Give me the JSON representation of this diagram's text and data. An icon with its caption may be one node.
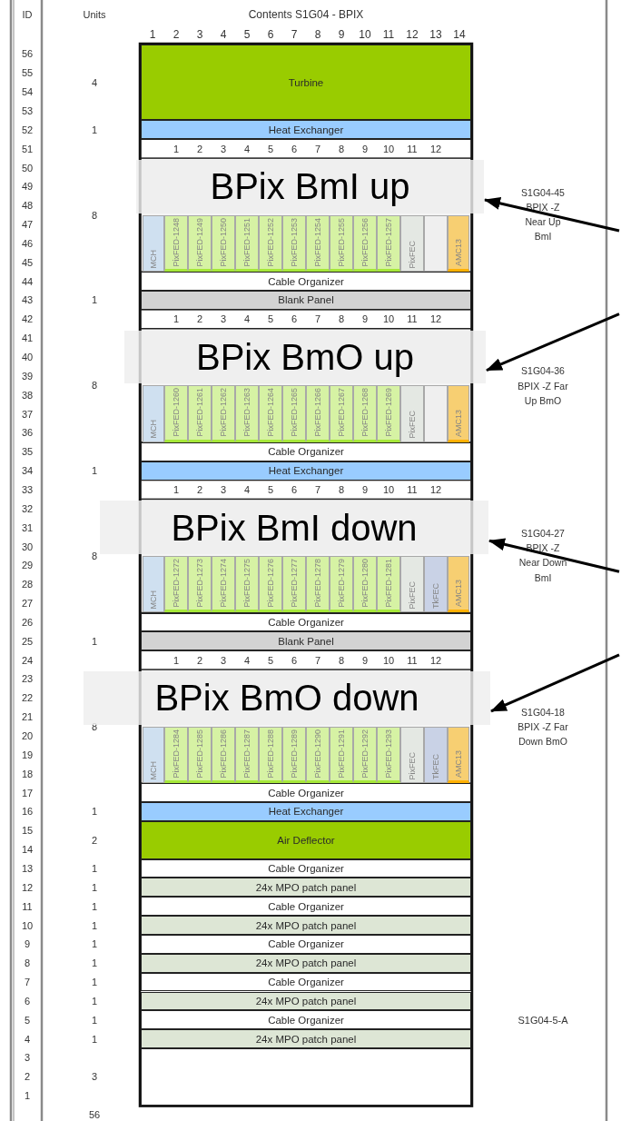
{
  "diagram": {
    "title": "Contents S1G04 - BPIX",
    "nodes": [
      {
        "text": [
          "Turbine"
        ]
      },
      {
        "text": [
          "Heat Exchanger"
        ]
      },
      {
        "text": [
          "MCH"
        ]
      },
      {
        "text": [
          "PixFED-1248"
        ]
      },
      {
        "text": [
          "PixFED-1249"
        ]
      },
      {
        "text": [
          "PixFED-1250"
        ]
      },
      {
        "text": [
          "PixFED-1251"
        ]
      },
      {
        "text": [
          "PixFED-1252"
        ]
      },
      {
        "text": [
          "PixFED-1253"
        ]
      },
      {
        "text": [
          "PixFED-1254"
        ]
      },
      {
        "text": [
          "PixFED-1255"
        ]
      },
      {
        "text": [
          "PixFED-1256"
        ]
      },
      {
        "text": [
          "PixFED-1257"
        ]
      },
      {
        "text": [
          "PixFEC"
        ]
      },
      {
        "text": [],
        "shape": "box"
      },
      {
        "text": [
          "AMC13"
        ]
      },
      {
        "text": [
          "BPix BmI up"
        ]
      },
      {
        "text": [
          "Cable Organizer"
        ]
      },
      {
        "text": [
          "Blank Panel"
        ]
      },
      {
        "text": [
          "MCH"
        ]
      },
      {
        "text": [
          "PixFED-1260"
        ]
      },
      {
        "text": [
          "PixFED-1261"
        ]
      },
      {
        "text": [
          "PixFED-1262"
        ]
      },
      {
        "text": [
          "PixFED-1263"
        ]
      },
      {
        "text": [
          "PixFED-1264"
        ]
      },
      {
        "text": [
          "PixFED-1265"
        ]
      },
      {
        "text": [
          "PixFED-1266"
        ]
      },
      {
        "text": [
          "PixFED-1267"
        ]
      },
      {
        "text": [
          "PixFED-1268"
        ]
      },
      {
        "text": [
          "PixFED-1269"
        ]
      },
      {
        "text": [
          "PixFEC"
        ]
      },
      {
        "text": [],
        "shape": "box"
      },
      {
        "text": [
          "AMC13"
        ]
      },
      {
        "text": [
          "BPix BmO up"
        ]
      },
      {
        "text": [
          "Cable Organizer"
        ]
      },
      {
        "text": [
          "Heat Exchanger"
        ]
      },
      {
        "text": [
          "MCH"
        ]
      },
      {
        "text": [
          "PixFED-1272"
        ]
      },
      {
        "text": [
          "PixFED-1273"
        ]
      },
      {
        "text": [
          "PixFED-1274"
        ]
      },
      {
        "text": [
          "PixFED-1275"
        ]
      },
      {
        "text": [
          "PixFED-1276"
        ]
      },
      {
        "text": [
          "PixFED-1277"
        ]
      },
      {
        "text": [
          "PixFED-1278"
        ]
      },
      {
        "text": [
          "PixFED-1279"
        ]
      },
      {
        "text": [
          "PixFED-1280"
        ]
      },
      {
        "text": [
          "PixFED-1281"
        ]
      },
      {
        "text": [
          "PixFEC"
        ]
      },
      {
        "text": [
          "TkFEC"
        ]
      },
      {
        "text": [
          "AMC13"
        ]
      },
      {
        "text": [
          "BPix BmI down"
        ]
      },
      {
        "text": [
          "Cable Organizer"
        ]
      },
      {
        "text": [
          "Blank Panel"
        ]
      },
      {
        "text": [
          "MCH"
        ]
      },
      {
        "text": [
          "PixFED-1284"
        ]
      },
      {
        "text": [
          "PixFED-1285"
        ]
      },
      {
        "text": [
          "PixFED-1286"
        ]
      },
      {
        "text": [
          "PixFED-1287"
        ]
      },
      {
        "text": [
          "PixFED-1288"
        ]
      },
      {
        "text": [
          "PixFED-1289"
        ]
      },
      {
        "text": [
          "PixFED-1290"
        ]
      },
      {
        "text": [
          "PixFED-1291"
        ]
      },
      {
        "text": [
          "PixFED-1292"
        ]
      },
      {
        "text": [
          "PixFED-1293"
        ]
      },
      {
        "text": [
          "PixFEC"
        ]
      },
      {
        "text": [
          "TkFEC"
        ]
      },
      {
        "text": [
          "AMC13"
        ]
      },
      {
        "text": [
          "BPix BmO down"
        ]
      },
      {
        "text": [
          "Cable Organizer"
        ]
      },
      {
        "text": [
          "Heat Exchanger"
        ]
      },
      {
        "text": [
          "Air Deflector"
        ]
      },
      {
        "text": [
          "Cable Organizer"
        ]
      },
      {
        "text": [
          "24x MPO patch panel"
        ]
      },
      {
        "text": [
          "Cable Organizer"
        ]
      },
      {
        "text": [
          "24x MPO patch panel"
        ]
      },
      {
        "text": [
          "Cable Organizer"
        ]
      },
      {
        "text": [
          "24x MPO patch panel"
        ]
      },
      {
        "text": [
          "Cable Organizer"
        ]
      },
      {
        "text": [
          "24x MPO patch panel"
        ]
      },
      {
        "text": [
          "Cable Organizer"
        ]
      },
      {
        "text": [
          "24x MPO patch panel"
        ]
      },
      {
        "text": [],
        "shape": "box"
      }
    ],
    "edges": [
      {
        "from": null,
        "to": 16,
        "arrow": "to"
      },
      {
        "from": null,
        "to": 33,
        "arrow": "to"
      },
      {
        "from": null,
        "to": 50,
        "arrow": "to"
      },
      {
        "from": null,
        "to": 67,
        "arrow": "to"
      }
    ],
    "labels": [
      "ID",
      "Units",
      "1",
      "2",
      "3",
      "4",
      "5",
      "6",
      "7",
      "8",
      "9",
      "10",
      "11",
      "12",
      "13",
      "14",
      "56",
      "55",
      "54",
      "53",
      "52",
      "51",
      "50",
      "49",
      "48",
      "47",
      "46",
      "45",
      "44",
      "43",
      "42",
      "41",
      "40",
      "39",
      "38",
      "37",
      "36",
      "35",
      "34",
      "33",
      "32",
      "31",
      "30",
      "29",
      "28",
      "27",
      "26",
      "25",
      "24",
      "23",
      "22",
      "21",
      "20",
      "19",
      "18",
      "17",
      "16",
      "15",
      "14",
      "13",
      "12",
      "11",
      "10",
      "9",
      "8",
      "7",
      "6",
      "5",
      "4",
      "3",
      "2",
      "1",
      "4",
      "1",
      "8",
      "1",
      "8",
      "1",
      "8",
      "1",
      "8",
      "1",
      "2",
      "1",
      "1",
      "1",
      "1",
      "1",
      "1",
      "1",
      "1",
      "1",
      "1",
      "3",
      "56",
      "1",
      "2",
      "3",
      "4",
      "5",
      "6",
      "7",
      "8",
      "9",
      "10",
      "11",
      "12",
      "1",
      "2",
      "3",
      "4",
      "5",
      "6",
      "7",
      "8",
      "9",
      "10",
      "11",
      "12",
      "1",
      "2",
      "3",
      "4",
      "5",
      "6",
      "7",
      "8",
      "9",
      "10",
      "11",
      "12",
      "1",
      "2",
      "3",
      "4",
      "5",
      "6",
      "7",
      "8",
      "9",
      "10",
      "11",
      "12",
      "S1G04-45 BPIX -Z Near Up BmI",
      "S1G04-36 BPIX -Z Far Up BmO",
      "S1G04-27 BPIX -Z Near Down BmI",
      "S1G04-18 BPIX -Z Far Down BmO",
      "S1G04-5-A"
    ]
  }
}
